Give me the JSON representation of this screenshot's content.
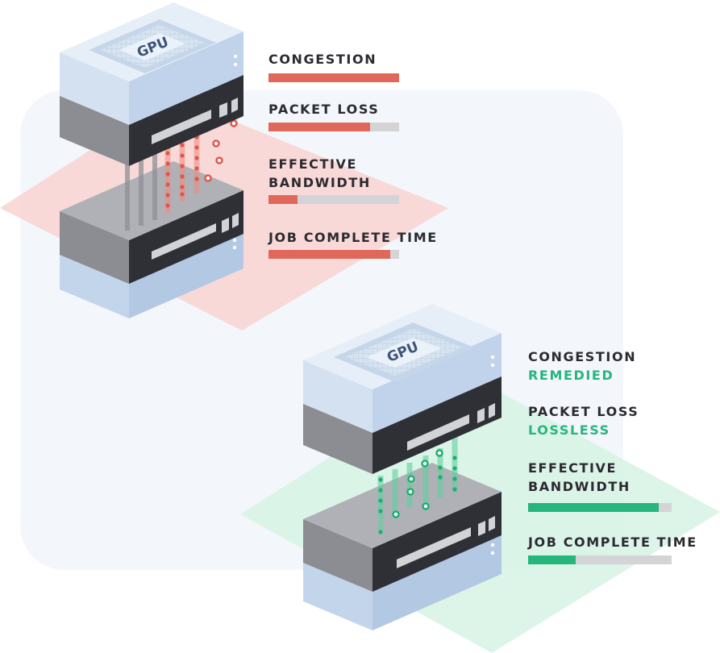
{
  "colors": {
    "bad": "#e0685a",
    "good": "#27b57e",
    "track": "#d4d4d6",
    "text": "#2b2a30"
  },
  "top_stack": {
    "chip_label": "GPU",
    "metrics": [
      {
        "label": "CONGESTION",
        "level": 1.0
      },
      {
        "label": "PACKET LOSS",
        "level": 0.78
      },
      {
        "label_lines": [
          "EFFECTIVE",
          "BANDWIDTH"
        ],
        "level": 0.22
      },
      {
        "label": "JOB COMPLETE TIME",
        "level": 0.93
      }
    ]
  },
  "bottom_stack": {
    "chip_label": "GPU",
    "metrics": [
      {
        "label": "CONGESTION",
        "status": "REMEDIED"
      },
      {
        "label": "PACKET LOSS",
        "status": "LOSSLESS"
      },
      {
        "label_lines": [
          "EFFECTIVE",
          "BANDWIDTH"
        ],
        "level": 0.91
      },
      {
        "label": "JOB COMPLETE TIME",
        "level": 0.33
      }
    ]
  }
}
